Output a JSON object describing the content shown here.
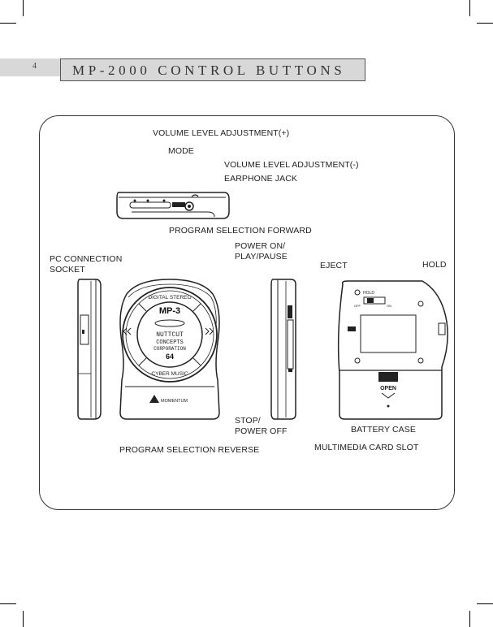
{
  "page": {
    "number": "4",
    "title": "MP-2000 CONTROL BUTTONS"
  },
  "labels": {
    "volume_up": "VOLUME LEVEL ADJUSTMENT(+)",
    "mode": "MODE",
    "volume_down": "VOLUME LEVEL ADJUSTMENT(-)",
    "earphone_jack": "EARPHONE JACK",
    "program_forward": "PROGRAM SELECTION FORWARD",
    "pc_connection": "PC CONNECTION\nSOCKET",
    "power_on": "POWER ON/\nPLAY/PAUSE",
    "eject": "EJECT",
    "hold": "HOLD",
    "stop": "STOP/\nPOWER OFF",
    "battery_case": "BATTERY CASE",
    "program_reverse": "PROGRAM SELECTION REVERSE",
    "card_slot": "MULTIMEDIA CARD SLOT"
  },
  "device": {
    "ring_top": "DIGITAL STEREO",
    "model": "MP-3",
    "lcd_lines": [
      "NUTTCUT",
      "CONCEPTS",
      "CORPORATION"
    ],
    "capacity": "64",
    "ring_bottom": "CYBER MUSIC",
    "brand": "MOMENTUM",
    "hold_switch": "HOLD",
    "switch_off": "OFF",
    "switch_on": "ON",
    "open_label": "OPEN"
  }
}
